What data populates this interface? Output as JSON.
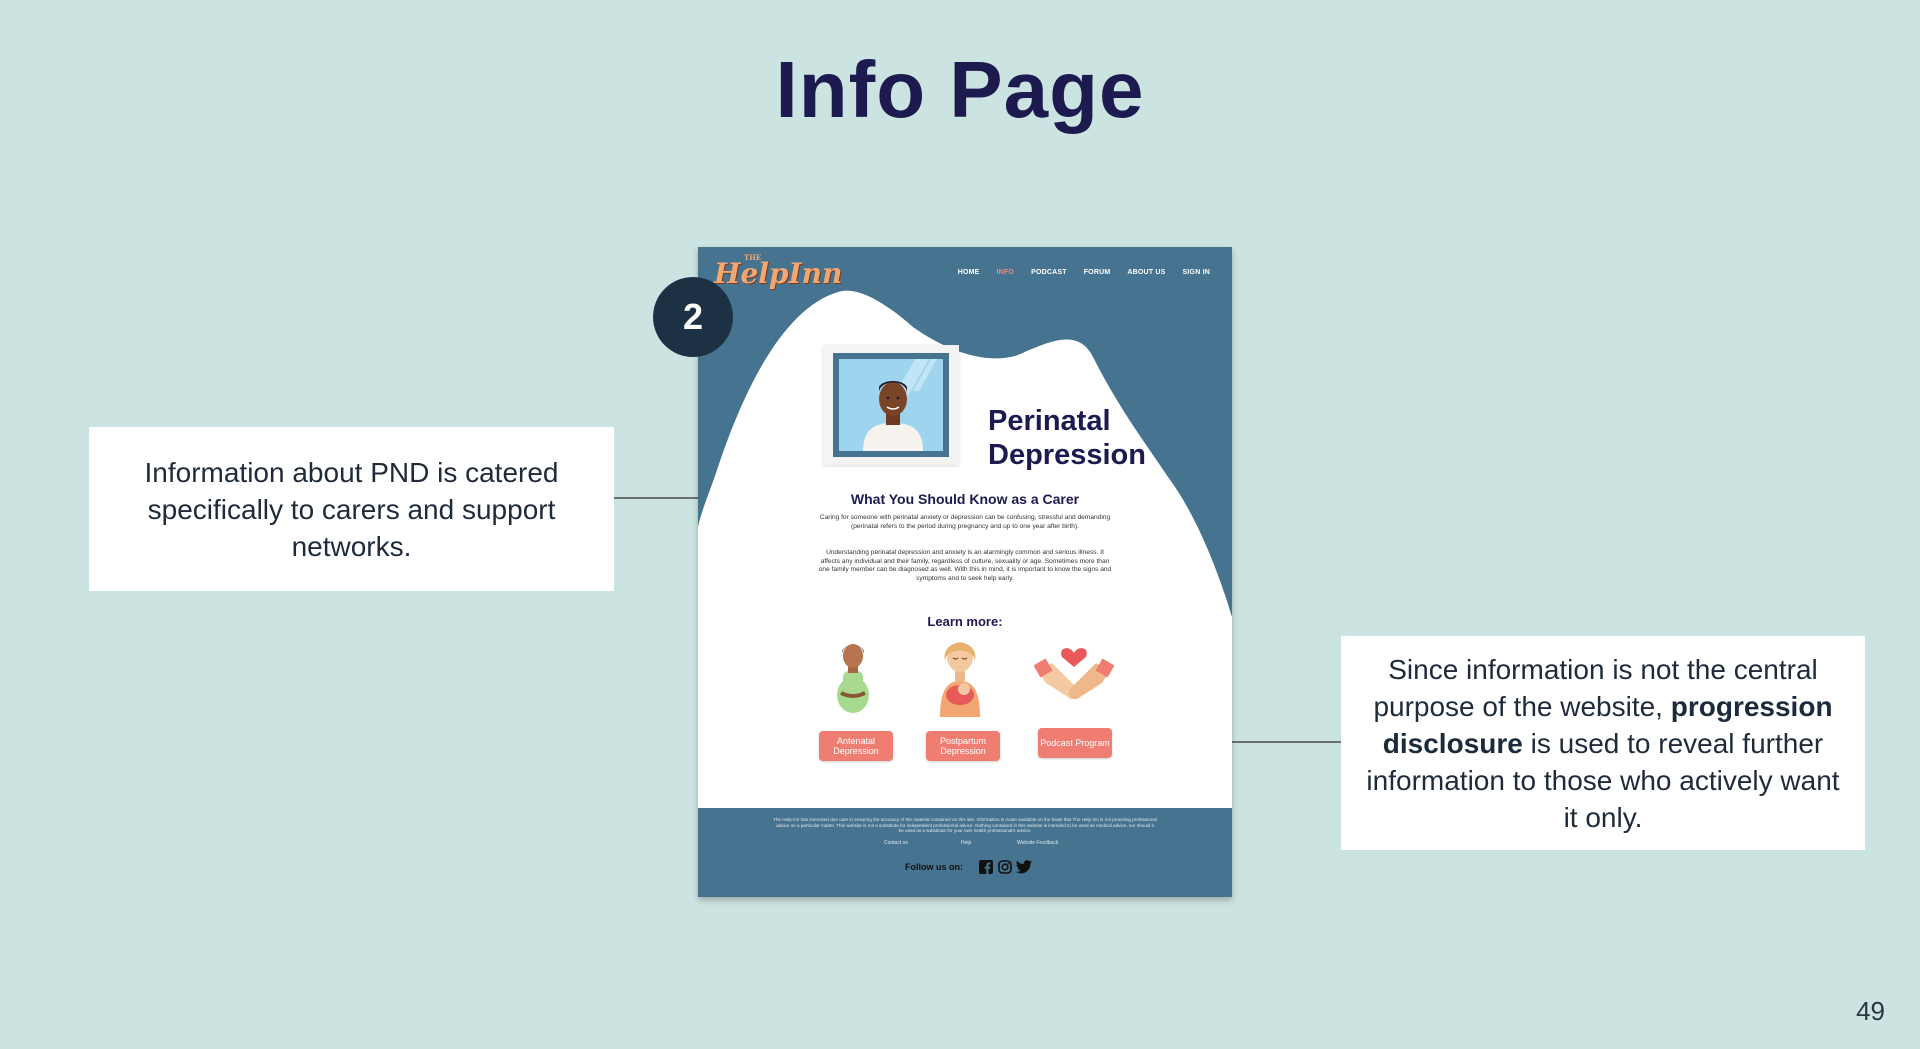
{
  "slide": {
    "title": "Info Page",
    "page_number": "49"
  },
  "callouts": {
    "left_text": "Information about PND is catered specifically to carers and support networks.",
    "right_prefix": "Since information is not the central purpose of the website,",
    "right_bold": "progression disclosure",
    "right_suffix": "is used to reveal further information to those who actively want it only."
  },
  "step_badge": "2",
  "mockup": {
    "logo_small": "THE",
    "logo": "HelpInn",
    "nav": [
      "HOME",
      "INFO",
      "PODCAST",
      "FORUM",
      "ABOUT US",
      "SIGN IN"
    ],
    "active_nav": "INFO",
    "heading_line1": "Perinatal",
    "heading_line2": "Depression",
    "subheading": "What You Should Know as a Carer",
    "paragraph1": "Caring for someone with perinatal anxiety or depression can be confusing, stressful and demanding (perinatal refers to the period during pregnancy and up to one year after birth).",
    "paragraph2": "Understanding perinatal depression and anxiety is an alarmingly common and serious illness. It affects any individual and their family, regardless of culture, sexuality or age. Sometimes more than one family member can be diagnosed as well. With this in mind, it is important to know the signs and symptoms and to seek help early.",
    "learn_more": "Learn more:",
    "topics": [
      {
        "label": "Antenatal Depression",
        "icon": "pregnant-woman-icon"
      },
      {
        "label": "Postpartum Depression",
        "icon": "mother-with-baby-icon"
      },
      {
        "label": "Podcast Program",
        "icon": "holding-hands-heart-icon"
      }
    ],
    "footer": {
      "disclaimer": "The Help Inn has exercised due care in ensuring the accuracy of the material contained on this site. Information is made available on the basis that The Help Inn is not providing professional advice on a particular matter. This website is not a substitute for independent professional advice. Nothing contained in this website is intended to be used as medical advice, nor should it be used as a substitute for your own health professional's advice.",
      "links": [
        "Contact us",
        "Help",
        "Website Feedback"
      ],
      "follow_label": "Follow us on:",
      "social_icons": [
        "facebook-icon",
        "instagram-icon",
        "twitter-icon"
      ]
    }
  },
  "colors": {
    "background": "#cce4e1",
    "title": "#1c1a4e",
    "header_blue": "#46738f",
    "accent_coral": "#f07d72",
    "badge": "#1c3144"
  }
}
